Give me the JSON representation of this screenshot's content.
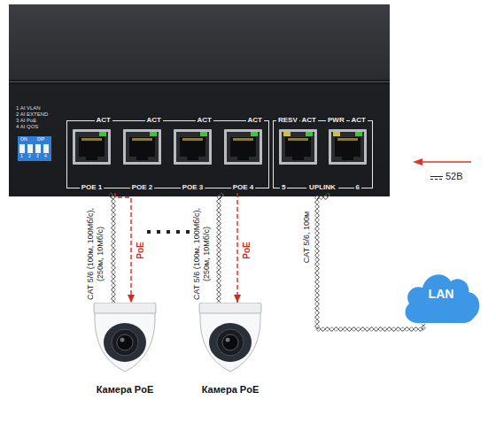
{
  "diagram": {
    "nodes": [
      {
        "text": [
          "1 AI VLAN",
          "2 AI EXTEND",
          "3 AI PoE",
          "4 AI QOS",
          "ON",
          "DIP"
        ]
      },
      {
        "text": [
          "ACT",
          "POE 1"
        ],
        "in": 0
      },
      {
        "text": [
          "ACT",
          "POE 2"
        ],
        "in": 0
      },
      {
        "text": [
          "ACT",
          "POE 3"
        ],
        "in": 0
      },
      {
        "text": [
          "ACT",
          "POE 4"
        ],
        "in": 0
      },
      {
        "text": [
          "RESV",
          "ACT",
          "5"
        ],
        "in": 0
      },
      {
        "text": [
          "PWR",
          "ACT",
          "6"
        ],
        "in": 0
      },
      {
        "text": [
          "Камера PoE"
        ]
      },
      {
        "text": [
          "Камера PoE"
        ]
      },
      {
        "text": [
          "LAN"
        ]
      }
    ],
    "edges": [
      {
        "from": 1,
        "to": 7,
        "arrow": "none",
        "label": "CAT 5/6 (100м, 100Мб/с), (250м, 10Мб/с)"
      },
      {
        "from": 1,
        "to": 7,
        "arrow": "to",
        "label": "PoE"
      },
      {
        "from": 4,
        "to": 8,
        "arrow": "none",
        "label": "CAT 5/6 (100м, 100Мб/с), (250м, 10Мб/с)"
      },
      {
        "from": 4,
        "to": 8,
        "arrow": "to",
        "label": "PoE"
      },
      {
        "from": 6,
        "to": 9,
        "arrow": "none",
        "label": "CAT 5/6, 100м"
      }
    ],
    "labels": [
      "1",
      "2",
      "3",
      "4",
      "UPLINK",
      "52В"
    ]
  }
}
